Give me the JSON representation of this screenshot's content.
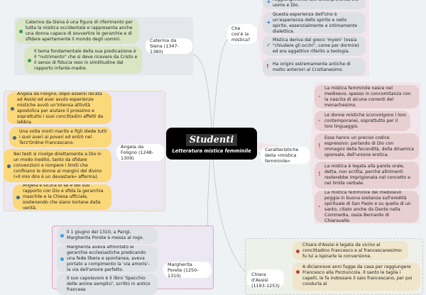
{
  "central": {
    "logo": "Studenti",
    "title": "Letteratura mistica femminile"
  },
  "branches": {
    "caterina": {
      "label": "Caterina da Siena (1347-1380)",
      "color": "#d9e6c4",
      "items": [
        "Caterina da Siena è una figura di riferimento per tutta la mistica occidentale e rappresenta anche una donna capace di sovvertire le gerarchie e di sfidare apertamente il mondo degli uomini.",
        "Il tema fondamentale della sua predicazione è il \"nutrimento\" che si deve ricevere da Cristo e il senso di fiducia reso in similitudine dal rapporto infante-madre."
      ]
    },
    "angela": {
      "label": "Angela da Foligno (1248-1309)",
      "color": "#fbd87a",
      "items": [
        "Angela da Foligno, dopo essersi recata ad Assisi ed aver avuto esperienze mistiche avviò un'intensa attività apostolica per aiutare il prossimo e soprattutto i suoi concittadini affetti da lebbra.",
        "Una volta morti marito e figli diede tutti i suoi averi ai poveri ed entrò nel Terz'Ordine Francescano.",
        "Nei testi si rivolge direttamente a Dio in un modo inedito, tanto da sfidare convenzioni e rompere i limiti che confinano le donne ai margini del divino («Il mio dire è un devastare» afferma).",
        "Angela è sicura di sé e del suo rapporto con Dio e sfida la gerarchia maschile e la Chiesa ufficiale, sostenendo che siano lontane dalla verità."
      ]
    },
    "mistica": {
      "label": "Che cos'è la mistica?",
      "color": "#dde1e5",
      "items": [
        "raggiungimento dell'unità profonda tra uomo e Dio.",
        "Questa esperienza dell'Uno è un'esperienza dello spirito e nello spirito, essenzialmente e intimamente dialettica.",
        "Mistica deriva dal greco 'myein' (ossia \"chiudere gli occhi\", come per dormire) ed era aggettivo riferito a teologia.",
        "Ha origini estremamente antiche di molto anteriori al Cristianesimo."
      ]
    },
    "caratteristiche": {
      "label": "Caratteristiche della «mistica femminile»",
      "color": "#e8cfd2",
      "items": [
        "La mistica femminile nasce nel medioevo, spesso in concomitanza con la nascita di alcune correnti del monachesimo.",
        "Le donne mistiche sconvolgono i loro contemporanei, soprattutto per il loro linguaggio.",
        "Esse hanno un preciso codice espressivo: parlando di Dio con immagini della fecondità, della dinamica sponsale, dell'unione erotica.",
        "La mistica è legata alla parola orale, detta, non scritta, perché altrimenti resterebbe imprigionata nel concetto e nel limite verbale.",
        "La mistica femminile del medioevo poggia in buona sostanza sull'eredità spirituale di San Paolo e su quella di un santo, citato anche da Dante nella Commedia, ossia Bernardo di Chiaravalle."
      ]
    },
    "margherita": {
      "label": "Margherita Porete (1250-1310)",
      "color": "#dfe2e6",
      "items": [
        "Il 1 giugno del 1310, a Parigi, Margherita Porete è messa al rogo.",
        "Margherita aveva affrontato le gerarchie ecclesiastiche predicando una fede libera e spontanea, aveva portato a compimento la 'via amoris'– la via dell'amore perfetto.",
        "Il suo capolavoro è il libro 'Specchio delle anime semplici', scritto in antico francese"
      ]
    },
    "chiara": {
      "label": "Chiara d'Assisi (1193-1253)",
      "color": "#efe6cb",
      "items": [
        "Chiara d'Assisi è legata da vicino al concittadino Francesco e al francescanesimo: fu lui a ispirarle la conversione.",
        "A diciannove anni fugge da casa per raggiungere Francesco alla Porziuncola. Il santo le taglia i capelli, le fa indossare il saio francescano, per poi condurla al"
      ]
    }
  }
}
